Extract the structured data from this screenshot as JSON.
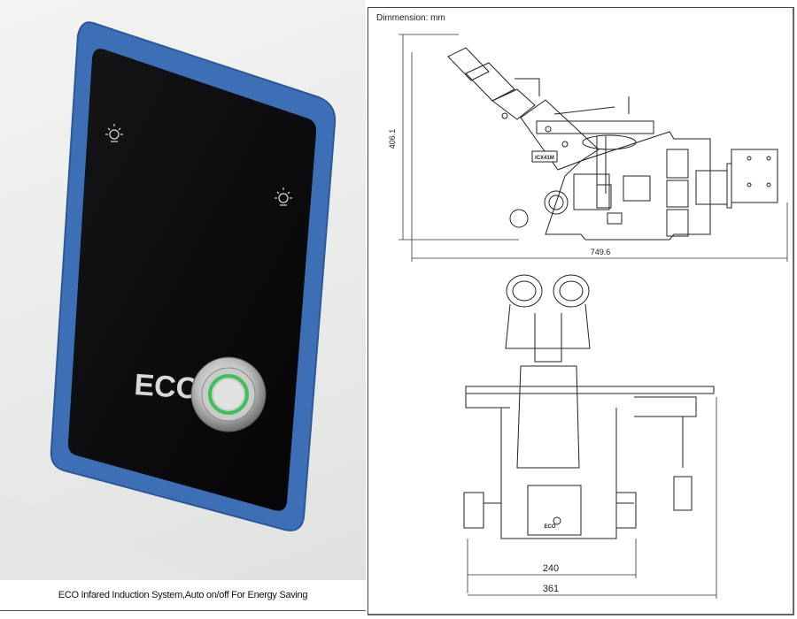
{
  "photo": {
    "eco_label": "ECO",
    "caption": "ECO Infared Induction System,Auto on/off For Energy Saving",
    "icons": [
      "light-dim-icon",
      "light-bright-icon"
    ],
    "colors": {
      "frame": "#3d6fb6",
      "panel": "#0b0b0d",
      "ring": "#3fbf5a"
    }
  },
  "diagram": {
    "title": "Dimmension: mm",
    "side_view": {
      "height_label": "406.1",
      "width_label": "749.6",
      "model_label": "ICX41M"
    },
    "front_view": {
      "inner_width_label": "240",
      "outer_width_label": "361",
      "panel_label": "ECO"
    }
  }
}
